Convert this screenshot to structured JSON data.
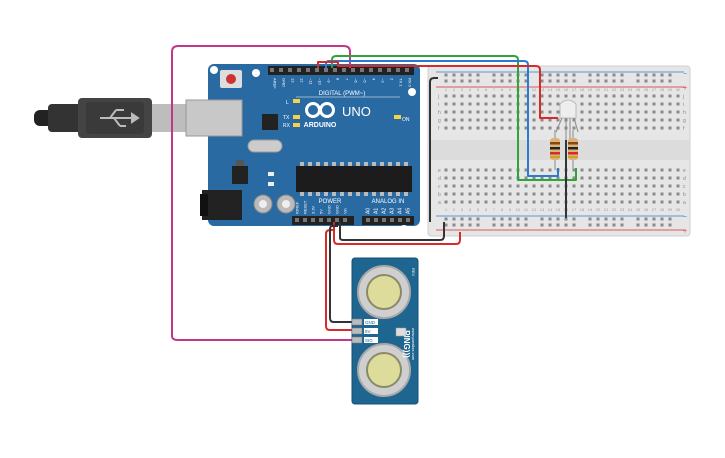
{
  "arduino": {
    "brand": "ARDUINO",
    "model": "UNO",
    "digital_label": "DIGITAL (PWM~)",
    "power_label": "POWER",
    "analog_label": "ANALOG IN",
    "on_label": "ON",
    "l_label": "L",
    "tx_label": "TX",
    "rx_label": "RX",
    "aref_label": "AREF",
    "gnd_label": "GND",
    "digital_pins": [
      "13",
      "12",
      "~11",
      "~10",
      "~9",
      "8",
      "7",
      "~6",
      "~5",
      "4",
      "~3",
      "2",
      "TX 1",
      "RX 0"
    ],
    "power_pins": [
      "IOREF",
      "RESET",
      "3.3V",
      "5V",
      "GND",
      "GND",
      "Vin"
    ],
    "analog_pins": [
      "A0",
      "A1",
      "A2",
      "A3",
      "A4",
      "A5"
    ]
  },
  "breadboard": {
    "plus_symbol": "+",
    "minus_symbol": "−",
    "top_rows": [
      "j",
      "i",
      "h",
      "g",
      "f"
    ],
    "bottom_rows": [
      "e",
      "d",
      "c",
      "b",
      "a"
    ],
    "columns": 30
  },
  "sensor": {
    "name": "PING)))",
    "brand": "www.parallax.com",
    "pins": [
      "GND",
      "5V",
      "SIG"
    ],
    "rev": "REV"
  },
  "colors": {
    "board": "#2a6aa3",
    "board_dark": "#1d4f7c",
    "wire_red": "#d92a2a",
    "wire_green": "#2ea43a",
    "wire_blue": "#2a7bd1",
    "wire_magenta": "#c2378a",
    "wire_black": "#333333",
    "sensor_board": "#1e6690",
    "breadboard": "#e6e6e6"
  }
}
